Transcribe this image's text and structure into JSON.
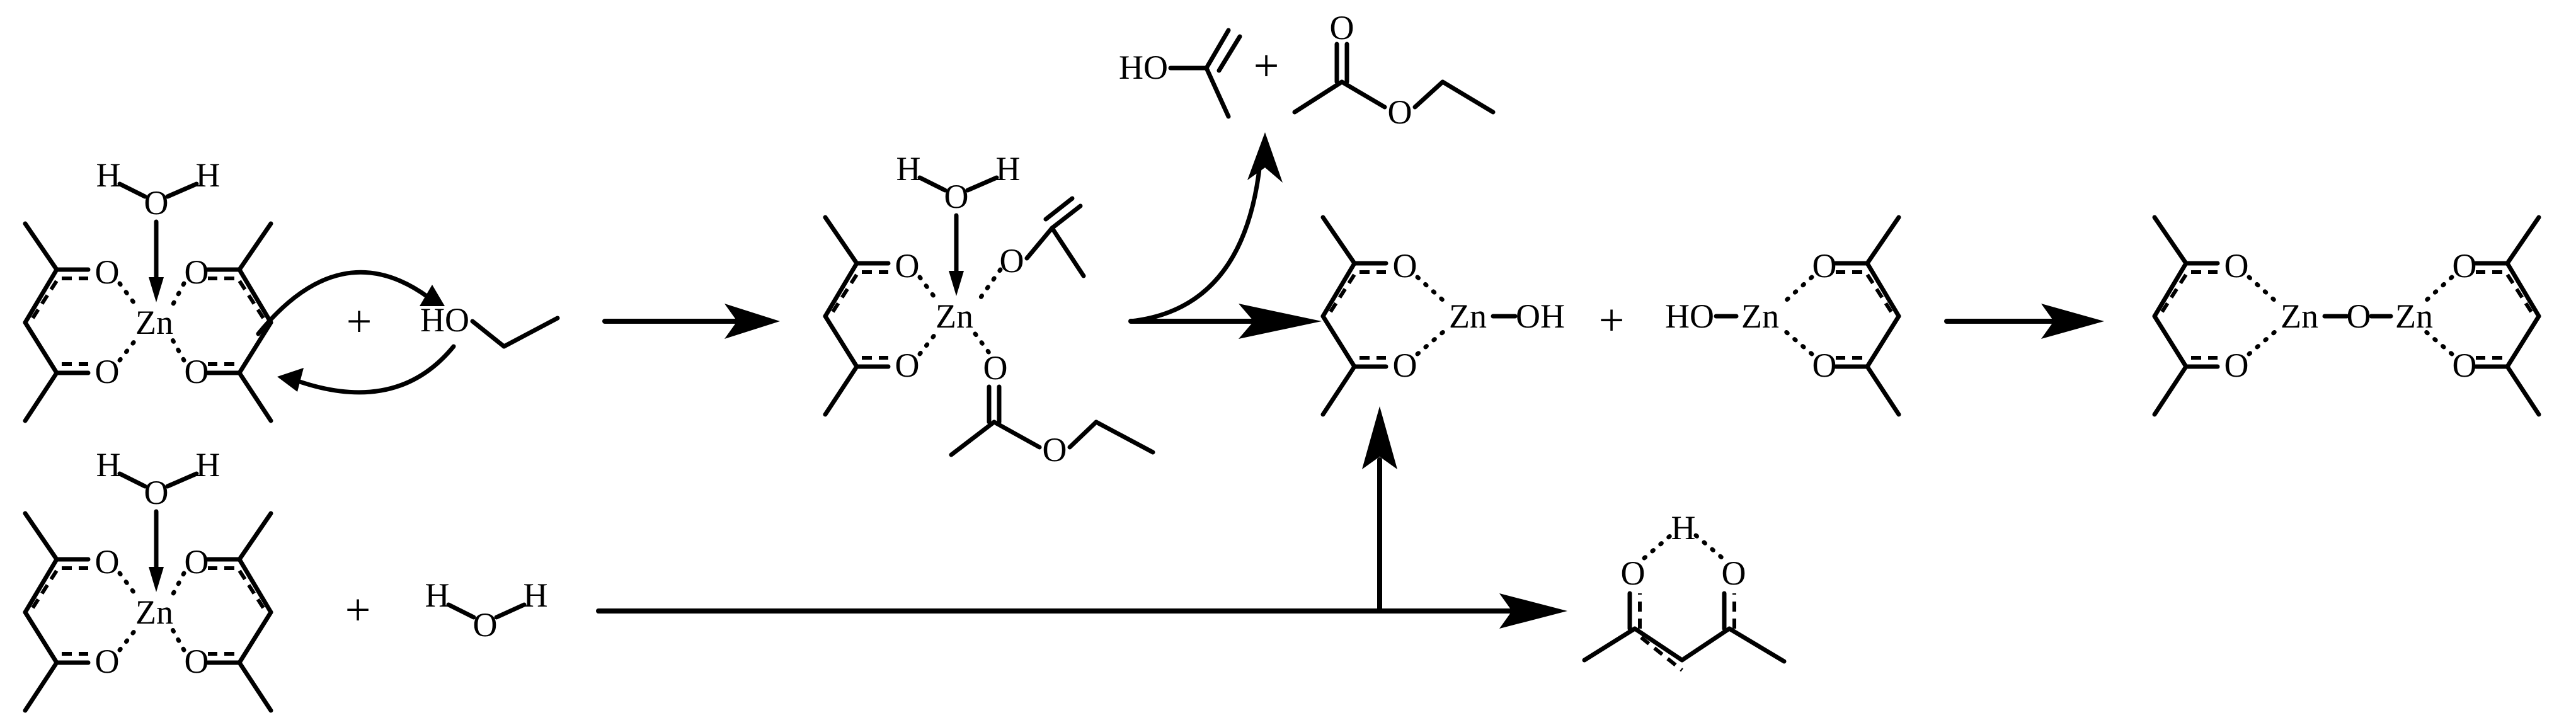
{
  "labels": {
    "h": "H",
    "o": "O",
    "zn": "Zn",
    "ho": "HO",
    "oh": "OH",
    "plus": "+"
  }
}
